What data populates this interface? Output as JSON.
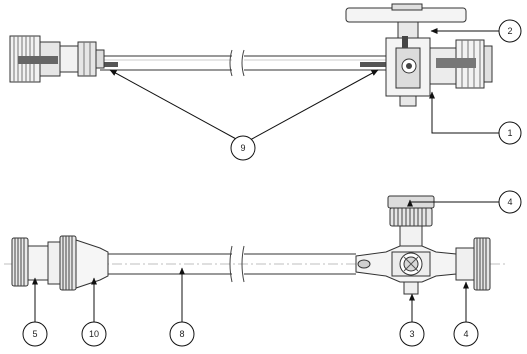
{
  "callouts": {
    "c1": "1",
    "c2": "2",
    "c3": "3",
    "c4_top": "4",
    "c4_bottom": "4",
    "c5": "5",
    "c8": "8",
    "c9": "9",
    "c10": "10"
  }
}
